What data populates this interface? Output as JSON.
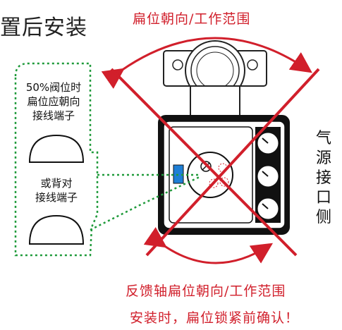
{
  "top_left_title": "置后安装",
  "top_caption": "扁位朝向/工作范围",
  "left_box": {
    "line1": "50%阀位时",
    "line2": "扁位应朝向",
    "line3": "接线端子",
    "line4": "或背对",
    "line5": "接线端子"
  },
  "side_label": [
    "气",
    "源",
    "接",
    "口",
    "侧"
  ],
  "bottom_caption": "反馈轴扁位朝向/工作范围",
  "warning": "安装时，扁位锁紧前确认！",
  "colors": {
    "red": "#d11f2b",
    "green": "#1f9a3a",
    "blue": "#1e7fd6"
  }
}
